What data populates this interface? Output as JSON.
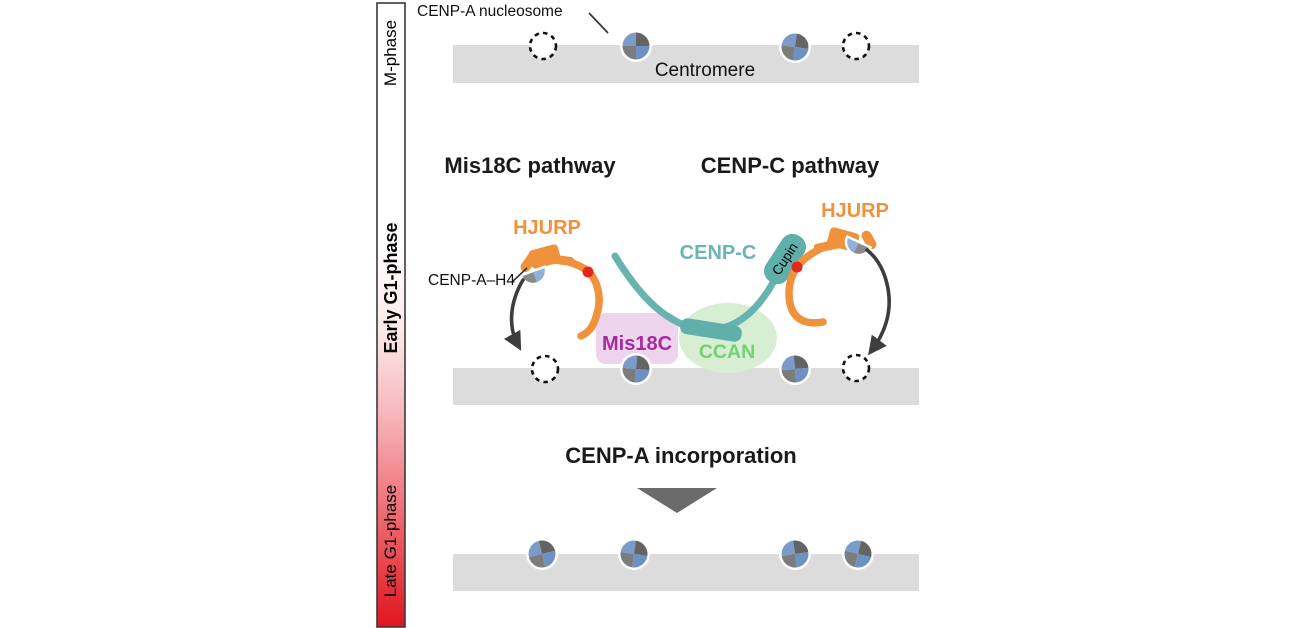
{
  "phase_bar": {
    "m_phase": "M-phase",
    "early_g1": "Early G1-phase",
    "late_g1": "Late G1-phase"
  },
  "m_phase_row": {
    "nucleosome_callout": "CENP-A nucleosome",
    "centromere": "Centromere"
  },
  "pathways": {
    "left_title": "Mis18C pathway",
    "right_title": "CENP-C pathway",
    "hjurp_left": "HJURP",
    "hjurp_right": "HJURP",
    "cenpa_h4": "CENP-A–H4",
    "cenpc": "CENP-C",
    "cupin": "Cupin",
    "mis18c": "Mis18C",
    "ccan": "CCAN"
  },
  "incorporation": {
    "title": "CENP-A incorporation"
  },
  "colors": {
    "hjurp_orange": "#f0923c",
    "cenpc_teal": "#68b3af",
    "cupin_teal": "#5fb0ab",
    "mis18c_magenta": "#a62ba0",
    "mis18c_box_pink": "#eed5ee",
    "ccan_text_green": "#72d173",
    "ccan_fill_green": "#d8eed3",
    "red_dot": "#e7251d",
    "centromere_gray": "#dcdcdc",
    "nucleosome_blue": "#7b9cca",
    "nucleosome_gray": "#6e6e6e",
    "arrow_dark": "#3d3d3d",
    "phase_red": "#e0151e"
  }
}
